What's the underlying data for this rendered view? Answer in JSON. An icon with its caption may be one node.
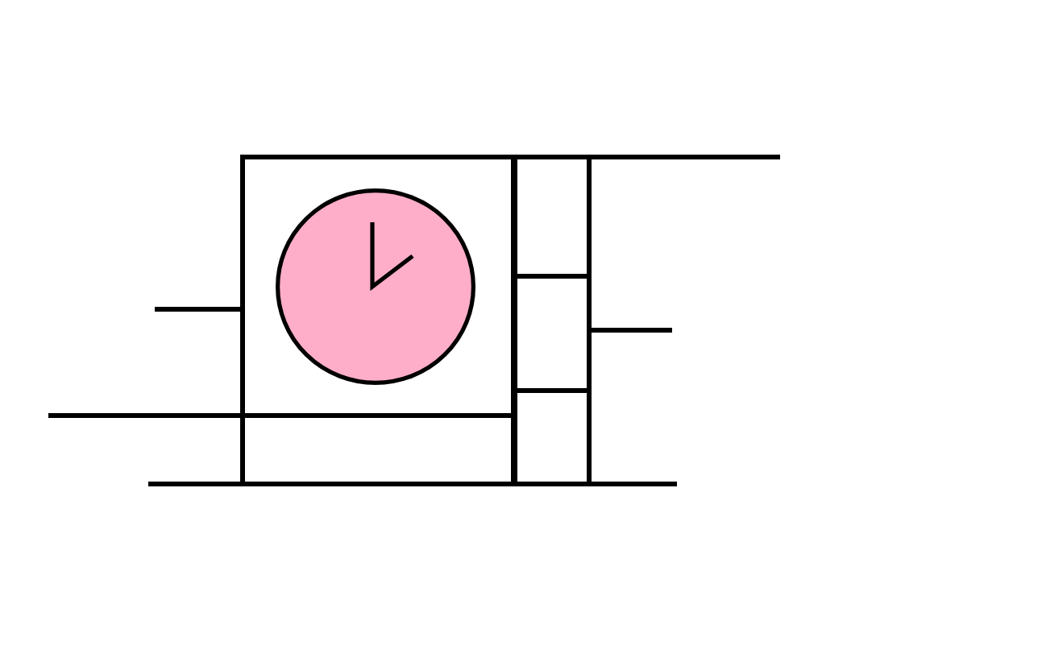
{
  "diagram": {
    "nodes": [
      {
        "text": [],
        "shape": "box"
      },
      {
        "text": [],
        "shape": "clock",
        "in": 0
      },
      {
        "text": [],
        "shape": "box"
      },
      {
        "text": [],
        "shape": "box"
      },
      {
        "text": [],
        "shape": "box"
      }
    ],
    "edges": [
      {
        "from": null,
        "to": 0,
        "arrow": "none"
      },
      {
        "from": null,
        "to": 4,
        "arrow": "none"
      },
      {
        "from": null,
        "to": 0,
        "arrow": "none"
      },
      {
        "from": 2,
        "to": null,
        "arrow": "none"
      },
      {
        "from": 3,
        "to": null,
        "arrow": "none"
      },
      {
        "from": 4,
        "to": null,
        "arrow": "none"
      }
    ]
  }
}
